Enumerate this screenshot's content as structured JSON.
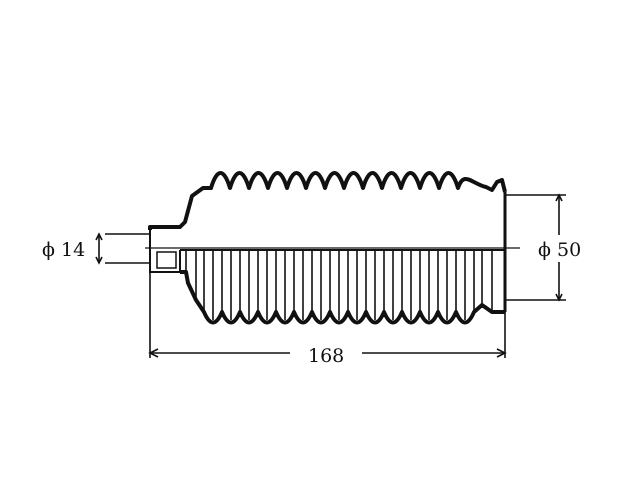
{
  "diagram": {
    "left_diameter_label": "ϕ 14",
    "right_diameter_label": "ϕ 50",
    "length_label": "168",
    "line_color": "#111111",
    "background": "#ffffff"
  }
}
